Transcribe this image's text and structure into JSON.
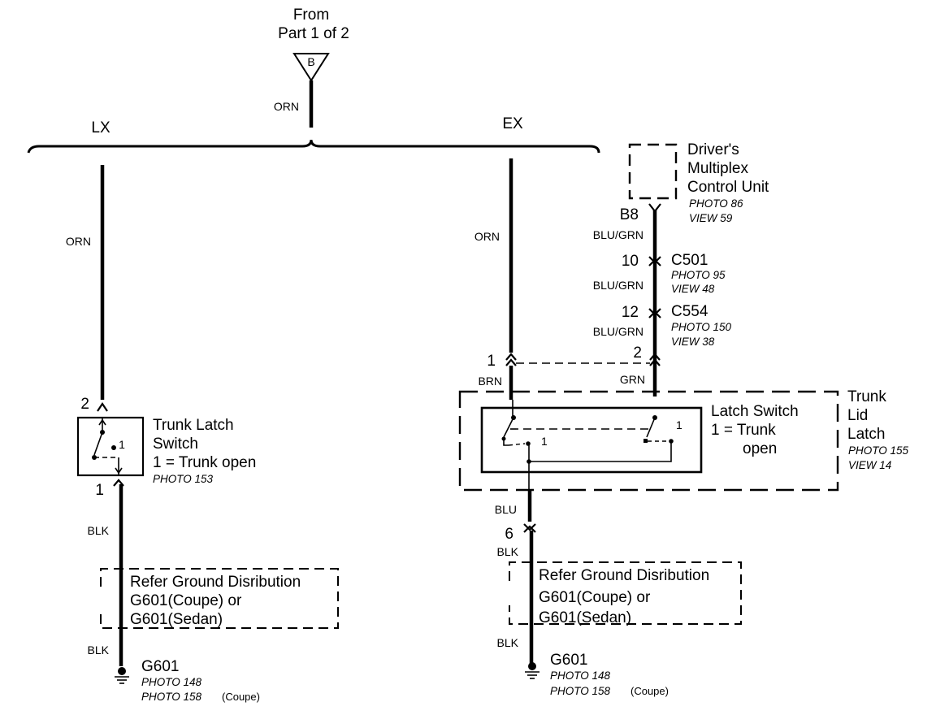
{
  "source": {
    "from_line1": "From",
    "from_line2": "Part 1 of 2",
    "connector_letter": "B",
    "wire_color": "ORN"
  },
  "branches": {
    "lx": "LX",
    "ex": "EX"
  },
  "lx_circuit": {
    "wire_top": "ORN",
    "switch_pin_top": "2",
    "switch_pin_bottom": "1",
    "switch_internal_pin": "1",
    "switch_name_line1": "Trunk Latch",
    "switch_name_line2": "Switch",
    "switch_state": "1 = Trunk open",
    "switch_photo": "PHOTO 153",
    "wire_bottom": "BLK",
    "ground_ref_line1": "Refer Ground Disribution",
    "ground_ref_line2": "G601(Coupe) or",
    "ground_ref_line3": "G601(Sedan)",
    "wire_ground": "BLK",
    "ground_name": "G601",
    "ground_photo1": "PHOTO 148",
    "ground_photo2": "PHOTO 158",
    "ground_photo2_note": "(Coupe)"
  },
  "ex_circuit": {
    "wire_top": "ORN",
    "mcu_name_line1": "Driver's",
    "mcu_name_line2": "Multiplex",
    "mcu_name_line3": "Control Unit",
    "mcu_photo": "PHOTO 86",
    "mcu_view": "VIEW 59",
    "mcu_pin": "B8",
    "wire1": "BLU/GRN",
    "c501_pin": "10",
    "c501_name": "C501",
    "c501_photo": "PHOTO 95",
    "c501_view": "VIEW 48",
    "wire2": "BLU/GRN",
    "c554_pin": "12",
    "c554_name": "C554",
    "c554_photo": "PHOTO 150",
    "c554_view": "VIEW 38",
    "wire3": "BLU/GRN",
    "latch_pin_left": "1",
    "latch_pin_right": "2",
    "wire_left": "BRN",
    "wire_right": "GRN",
    "latch_switch_line1": "Latch Switch",
    "latch_switch_line2": "1 = Trunk",
    "latch_switch_line3": "open",
    "latch_internal_left": "1",
    "latch_internal_right": "1",
    "trunk_line1": "Trunk",
    "trunk_line2": "Lid",
    "trunk_line3": "Latch",
    "trunk_photo": "PHOTO 155",
    "trunk_view": "VIEW 14",
    "wire_out": "BLU",
    "out_pin": "6",
    "wire_bottom": "BLK",
    "ground_ref_line1": "Refer Ground Disribution",
    "ground_ref_line2": "G601(Coupe) or",
    "ground_ref_line3": "G601(Sedan)",
    "wire_ground": "BLK",
    "ground_name": "G601",
    "ground_photo1": "PHOTO 148",
    "ground_photo2": "PHOTO 158",
    "ground_photo2_note": "(Coupe)"
  }
}
